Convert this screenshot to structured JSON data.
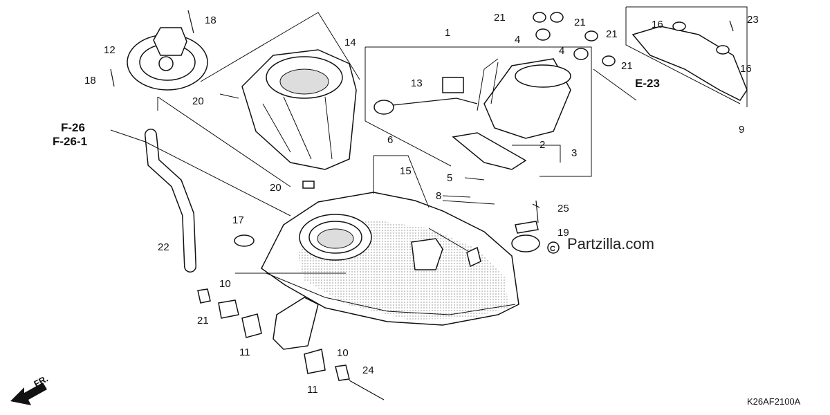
{
  "diagram_code": "K26AF2100A",
  "watermark": "Partzilla.com",
  "watermark_icon": "copyright-circle-icon",
  "direction_label": "FR.",
  "references": [
    "F-26",
    "F-26-1",
    "E-23"
  ],
  "part_labels": {
    "p1": "1",
    "p2": "2",
    "p3": "3",
    "p4a": "4",
    "p4b": "4",
    "p5": "5",
    "p6": "6",
    "p8": "8",
    "p9": "9",
    "p10a": "10",
    "p10b": "10",
    "p11a": "11",
    "p11b": "11",
    "p12": "12",
    "p13": "13",
    "p14": "14",
    "p15": "15",
    "p16a": "16",
    "p16b": "16",
    "p17": "17",
    "p18a": "18",
    "p18b": "18",
    "p19": "19",
    "p20a": "20",
    "p20b": "20",
    "p21a": "21",
    "p21b": "21",
    "p21c": "21",
    "p21d": "21",
    "p21e": "21",
    "p22": "22",
    "p23": "23",
    "p24": "24",
    "p25": "25"
  }
}
